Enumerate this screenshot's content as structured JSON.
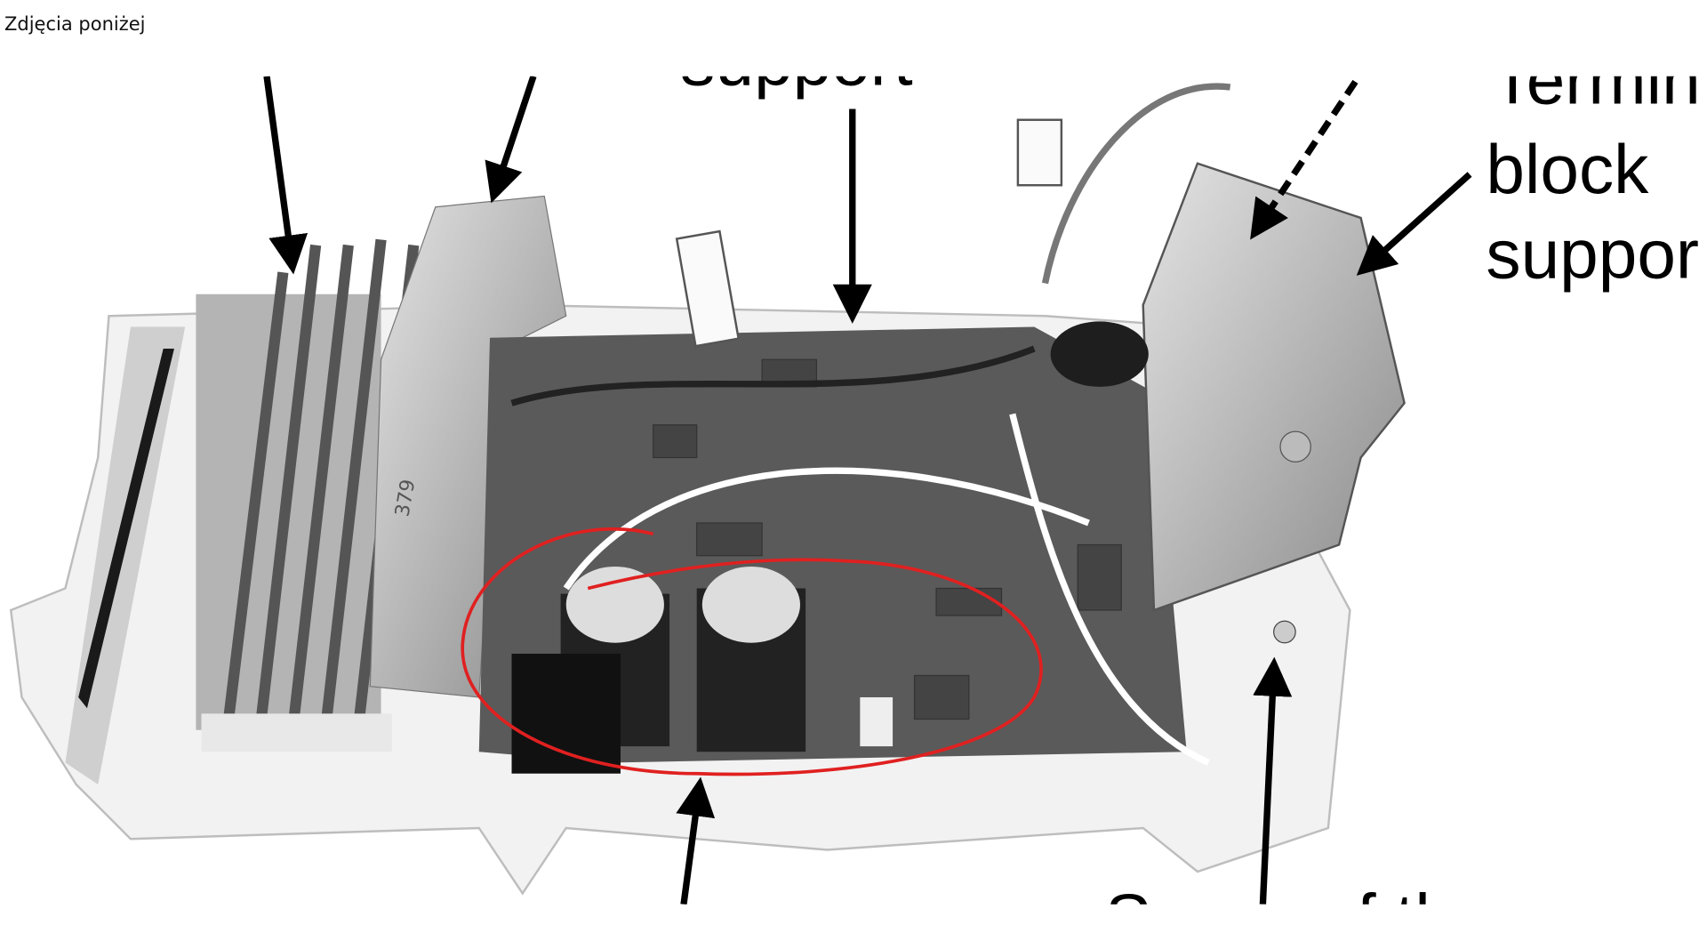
{
  "caption": "Zdjęcia poniżej",
  "photo": {
    "labels": {
      "top_center": "support",
      "top_right_1": "Termin",
      "top_right_2": "block",
      "top_right_3": "suppor",
      "bottom_right": "Screw of the"
    },
    "board_marking": "379",
    "highlight_color": "#e02020"
  }
}
